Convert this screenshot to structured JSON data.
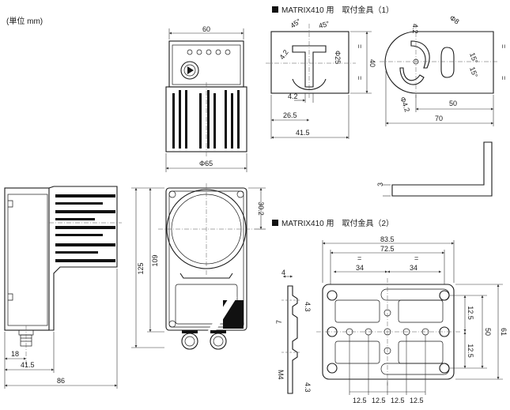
{
  "unit_label": "(単位 mm)",
  "section_titles": {
    "bracket1": "MATRIX410 用　取付金具（1）",
    "bracket2": "MATRIX410 用　取付金具（2）"
  },
  "dims_top": {
    "width_60": "60",
    "phi_65": "Φ65"
  },
  "dims_side": {
    "w86": "86",
    "w41_5": "41.5",
    "w18": "18"
  },
  "dims_front": {
    "h125": "125",
    "h109": "109",
    "d30_2": "30.2"
  },
  "dims_b1": {
    "a45_left": "45°",
    "a45_right": "45°",
    "r4_2": "4.2",
    "phi25": "Φ25",
    "h40": "40",
    "w4_2": "4.2",
    "w26_5": "26.5",
    "w41_5": "41.5",
    "t3": "3",
    "eq": "=",
    "r4_2_arc": "4.2",
    "phi8": "Φ8",
    "a15a": "15°",
    "a15b": "15°",
    "phi4_2": "Φ4.2",
    "w50": "50",
    "w70": "70"
  },
  "dims_b2": {
    "w83_5": "83.5",
    "w72_5": "72.5",
    "eq": "=",
    "w34a": "34",
    "w34b": "34",
    "t4": "4",
    "h4_3a": "4.3",
    "h4_3b": "4.3",
    "d7": "7",
    "m4": "M4",
    "h12_5a": "12.5",
    "h12_5b": "12.5",
    "h50": "50",
    "h61": "61",
    "w12_5": [
      "12.5",
      "12.5",
      "12.5",
      "12.5"
    ]
  }
}
